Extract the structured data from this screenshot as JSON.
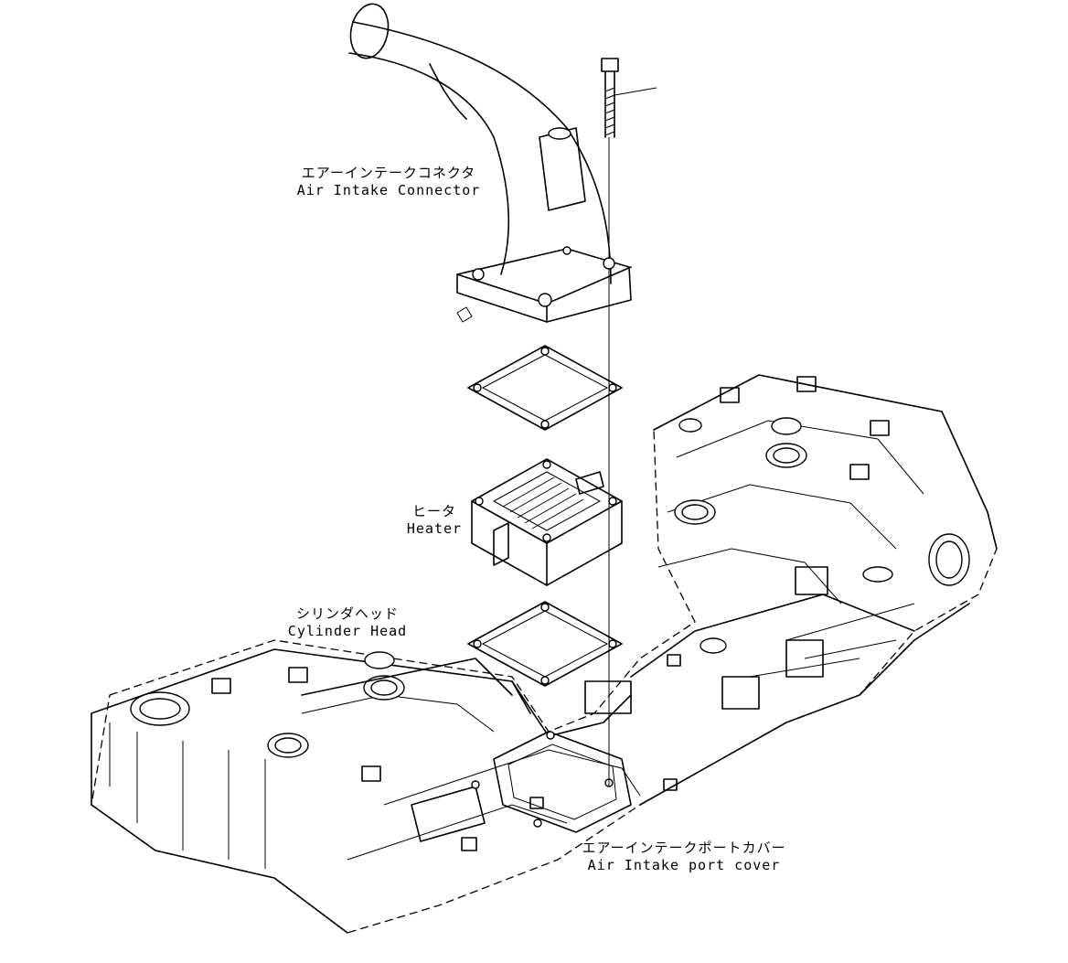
{
  "labels": {
    "air_intake_connector": {
      "ja": "エアーインテークコネクタ",
      "en": "Air Intake Connector"
    },
    "heater": {
      "ja": "ヒータ",
      "en": "Heater"
    },
    "cylinder_head": {
      "ja": "シリンダヘッド",
      "en": "Cylinder Head"
    },
    "air_intake_port_cover": {
      "ja": "エアーインテークポートカバー",
      "en": "Air Intake port cover"
    }
  },
  "colors": {
    "line": "#000000",
    "background": "#ffffff"
  }
}
